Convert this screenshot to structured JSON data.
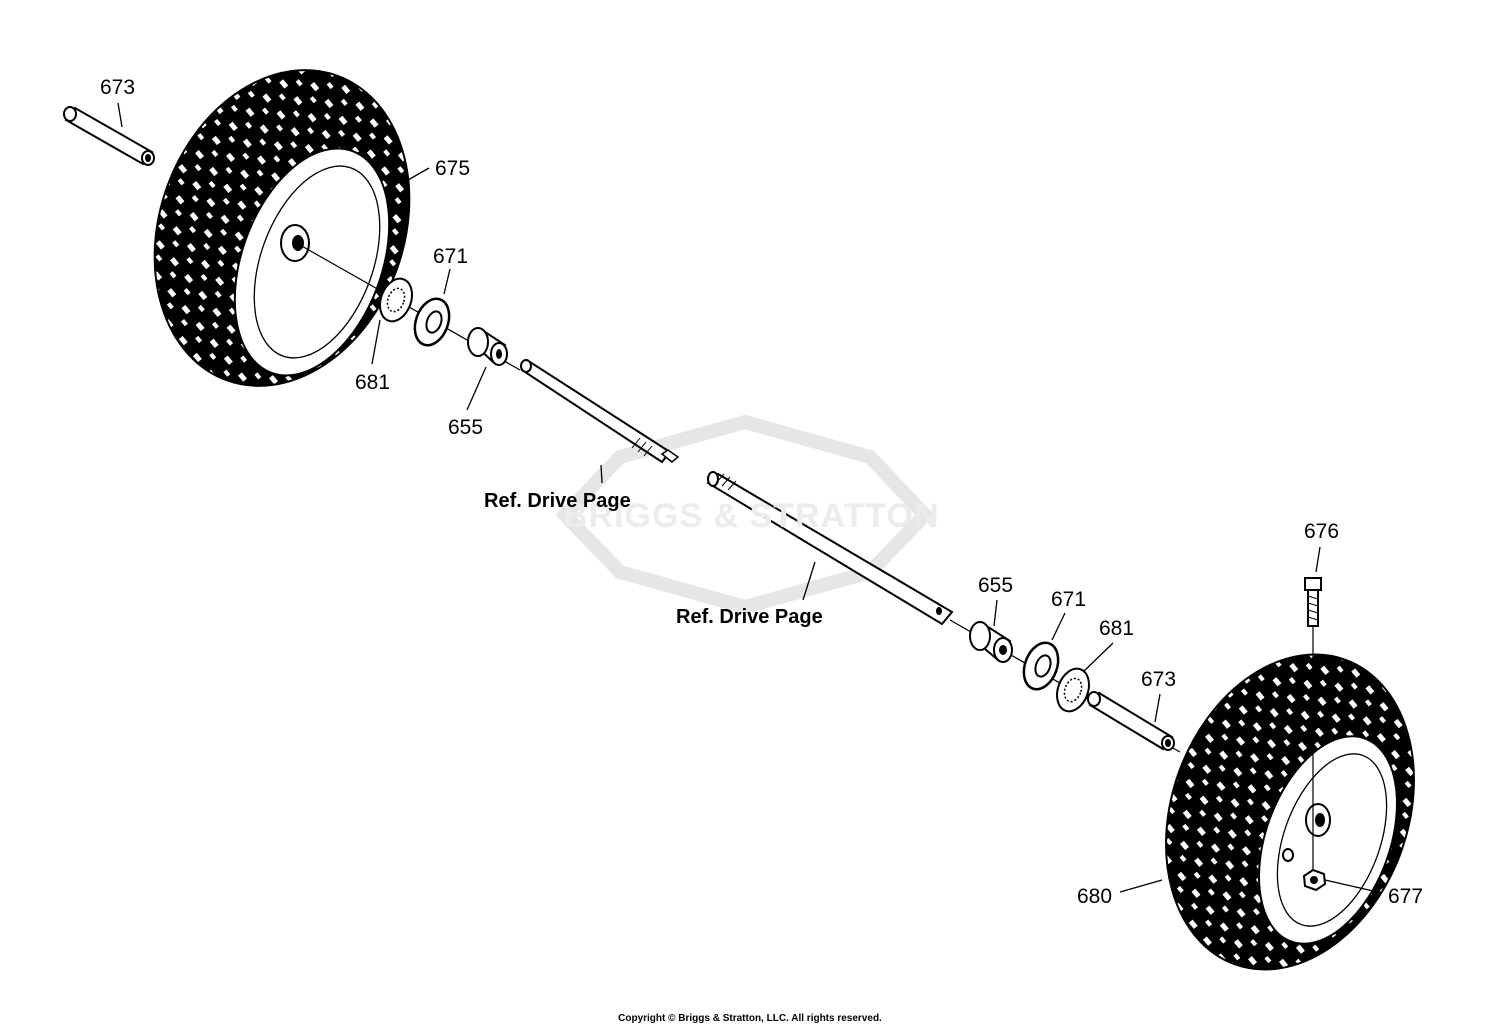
{
  "parts": {
    "top_spacer": "673",
    "top_tire": "675",
    "top_washer": "671",
    "top_lockwasher": "681",
    "top_bushing": "655",
    "bottom_bolt": "676",
    "bottom_bushing": "655",
    "bottom_washer": "671",
    "bottom_lockwasher": "681",
    "bottom_spacer": "673",
    "bottom_tire": "680",
    "bottom_nut": "677"
  },
  "refs": {
    "upper_axle": "Ref. Drive Page",
    "lower_axle": "Ref. Drive Page"
  },
  "watermark": "BRIGGS & STRATTON",
  "copyright": "Copyright © Briggs & Stratton, LLC. All rights reserved."
}
